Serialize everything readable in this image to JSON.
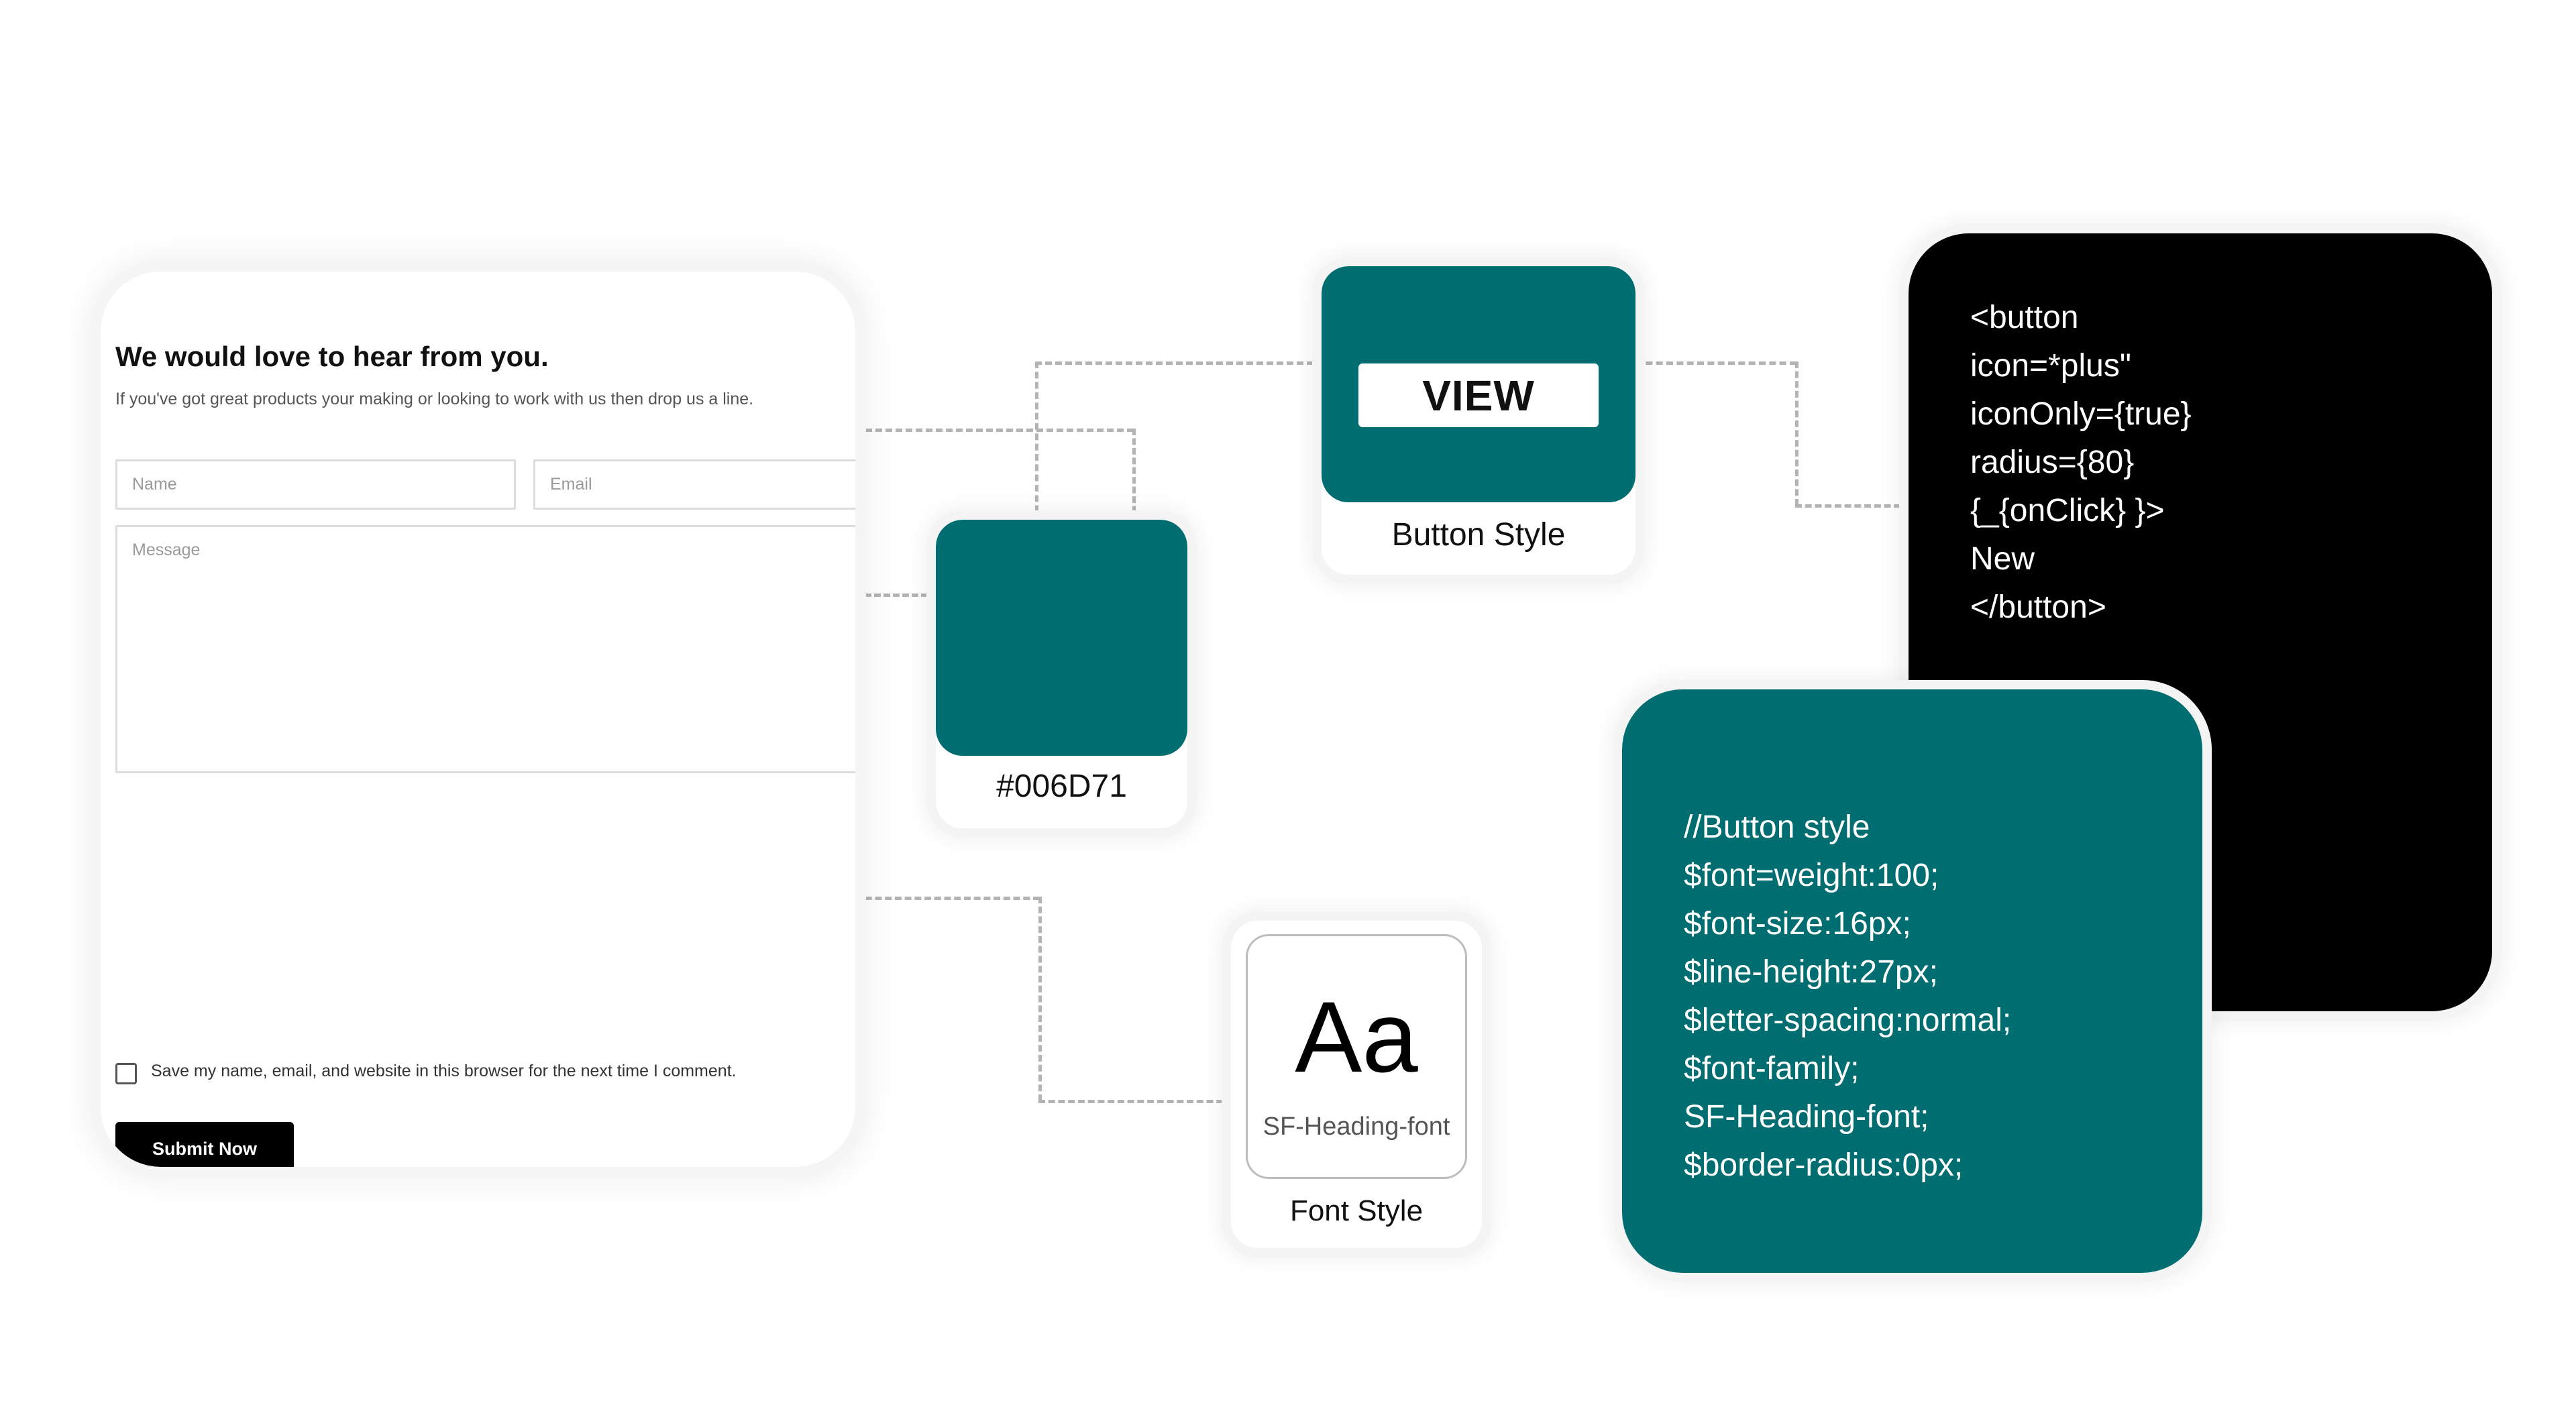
{
  "form": {
    "title": "We would love to hear from you.",
    "subtitle": "If you've got great products your making or looking to work with us then drop us a line.",
    "name_placeholder": "Name",
    "email_placeholder": "Email",
    "message_placeholder": "Message",
    "checkbox_label": "Save my name, email, and website in this browser for the next time I comment.",
    "submit_label": "Submit Now"
  },
  "color_swatch": {
    "label": "#006D71",
    "color": "#006D71"
  },
  "button_style": {
    "button_label": "VIEW",
    "label": "Button Style"
  },
  "font_style": {
    "sample": "Aa",
    "font_name": "SF-Heading-font",
    "label": "Font Style"
  },
  "code_black": {
    "lines": [
      "<button",
      "icon=*plus\"",
      "iconOnly={true}",
      "radius={80}",
      "{_{onClick} }>",
      "New",
      "</button>"
    ]
  },
  "code_teal": {
    "lines": [
      "//Button style",
      "$font=weight:100;",
      "$font-size:16px;",
      "$line-height:27px;",
      "$letter-spacing:normal;",
      "$font-family;",
      "SF-Heading-font;",
      "$border-radius:0px;"
    ]
  },
  "colors": {
    "accent": "#006D71",
    "dark": "#000000",
    "connector": "#b3b3b3"
  }
}
